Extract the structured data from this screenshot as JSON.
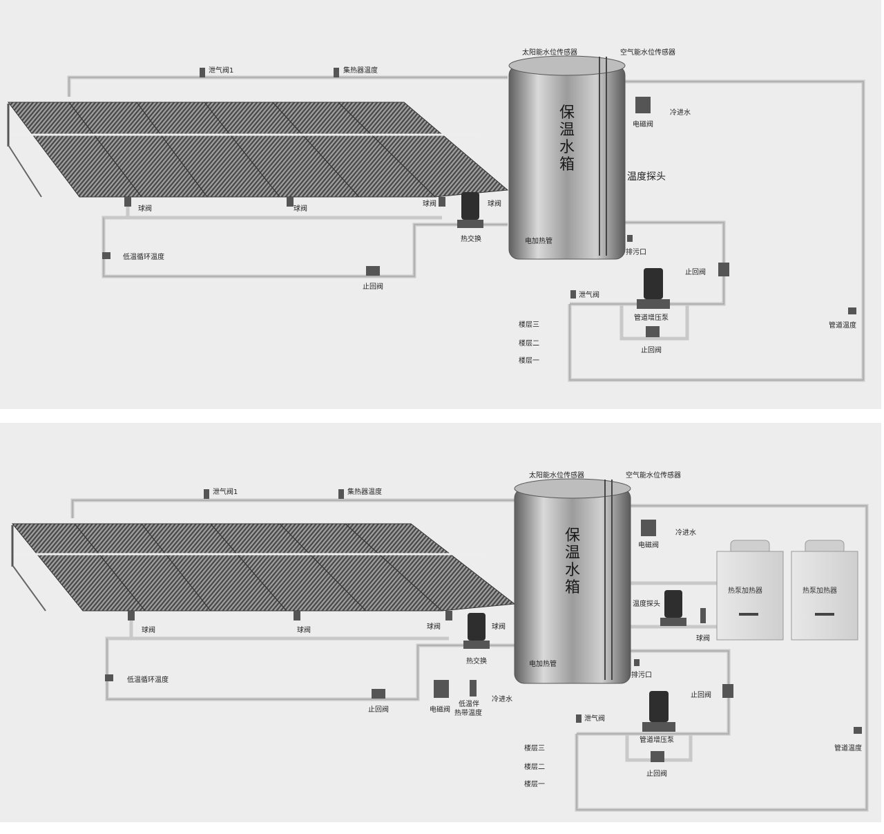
{
  "colors": {
    "background": "#ededed",
    "pipe": "#d6d6d6",
    "pipe_edge": "#a9a9a9",
    "collector_dark": "#3a3a3a",
    "collector_light": "#b5b5b5",
    "tank": "#9a9a9a"
  },
  "icons": {
    "valve": "valve-icon",
    "pump": "pump-icon",
    "sensor": "sensor-icon",
    "collector": "solar-collector-icon",
    "tank": "water-tank-icon",
    "heat_pump": "heat-pump-icon"
  },
  "top": {
    "tank_label": "保温水箱",
    "labels": {
      "vent_valve_1": "泄气阀1",
      "collector_temp": "集热器温度",
      "solar_level_sensor": "太阳能水位传感器",
      "air_level_sensor": "空气能水位传感器",
      "solenoid_valve": "电磁阀",
      "cold_inlet": "冷进水",
      "temp_probe": "温度探头",
      "ball_valve_1": "球阀",
      "ball_valve_2": "球阀",
      "ball_valve_3": "球阀",
      "ball_valve_4": "球阀",
      "heat_exchange": "热交换",
      "electric_heater": "电加热管",
      "drain": "排污口",
      "low_temp_cycle": "低温循环温度",
      "check_valve_1": "止回阀",
      "check_valve_2": "止回阀",
      "check_valve_3": "止回阀",
      "vent_valve": "泄气阀",
      "booster_pump": "管道增压泵",
      "floor_3": "楼层三",
      "floor_2": "楼层二",
      "floor_1": "楼层一",
      "pipe_temp": "管道温度"
    }
  },
  "bottom": {
    "tank_label": "保温水箱",
    "labels": {
      "vent_valve_1": "泄气阀1",
      "collector_temp": "集热器温度",
      "solar_level_sensor": "太阳能水位传感器",
      "air_level_sensor": "空气能水位传感器",
      "solenoid_valve": "电磁阀",
      "cold_inlet": "冷进水",
      "temp_probe": "温度探头",
      "ball_valve_1": "球阀",
      "ball_valve_2": "球阀",
      "ball_valve_3": "球阀",
      "ball_valve_4": "球阀",
      "ball_valve_5": "球阀",
      "heat_exchange": "热交换",
      "electric_heater": "电加热管",
      "drain": "排污口",
      "low_temp_cycle": "低温循环温度",
      "check_valve_1": "止回阀",
      "solenoid_valve_2": "电磁阀",
      "low_temp_tape_1": "低温伴",
      "low_temp_tape_2": "热带温度",
      "cold_inlet_2": "冷进水",
      "check_valve_2": "止回阀",
      "check_valve_3": "止回阀",
      "vent_valve": "泄气阀",
      "booster_pump": "管道增压泵",
      "floor_3": "楼层三",
      "floor_2": "楼层二",
      "floor_1": "楼层一",
      "pipe_temp": "管道温度",
      "heat_pump_1": "热泵加热器",
      "heat_pump_2": "热泵加热器"
    }
  }
}
